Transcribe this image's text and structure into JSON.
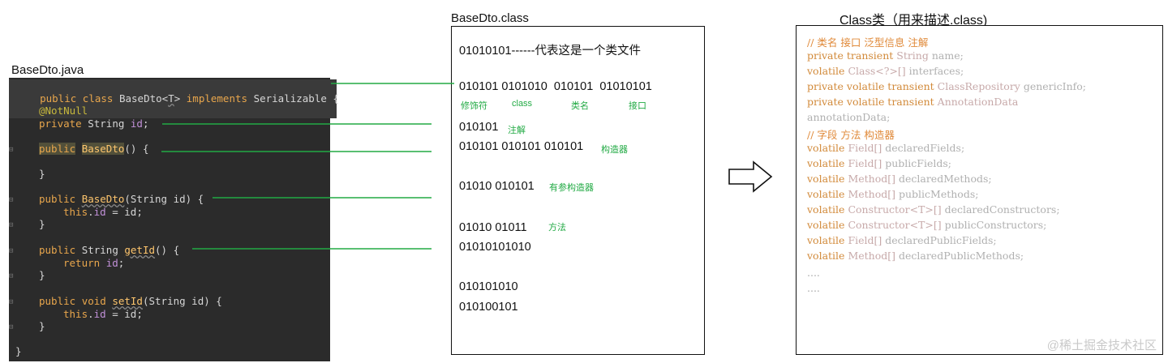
{
  "titles": {
    "java": "BaseDto.java",
    "bytes": "BaseDto.class",
    "object": "Class类（用来描述.class)"
  },
  "java_code": {
    "l1_public": "public",
    "l1_class": "class",
    "l1_name": "BaseDto",
    "l1_lt": "<",
    "l1_tp": "T",
    "l1_gt": ">",
    "l1_impl": "implements",
    "l1_rest": "Serializable {",
    "l2_ann": "@NotNull",
    "l3_priv": "private",
    "l3_type": "String",
    "l3_field": "id",
    "l3_semi": ";",
    "l4_public": "public",
    "l4_ctor": "BaseDto",
    "l4_rest": "() {",
    "l5_close": "}",
    "l6_public": "public",
    "l6_ctor": "BaseDto",
    "l6_rest": "(String id) {",
    "l7_this": "this",
    "l7_rest": ".",
    "l7_id": "id",
    "l7_eq": " = id;",
    "l8_close": "}",
    "l9_public": "public",
    "l9_type": "String",
    "l9_fn": "getId",
    "l9_rest": "() {",
    "l10_ret": "return",
    "l10_id": "id",
    "l10_semi": ";",
    "l11_close": "}",
    "l12_public": "public",
    "l12_void": "void",
    "l12_fn": "setId",
    "l12_rest": "(String id) {",
    "l13_this": "this",
    "l13_dot": ".",
    "l13_id": "id",
    "l13_eq": " = id;",
    "l14_close": "}",
    "l15_close": "}"
  },
  "bytes": {
    "magic": "01010101------代表这是一个类文件",
    "header": "010101 0101010  010101  01010101",
    "header_tags": [
      "修饰符",
      "class",
      "类名",
      "接口"
    ],
    "annotation": "010101",
    "annotation_tag": "注解",
    "ctor": "010101 010101 010101",
    "ctor_tag": "构造器",
    "param_ctor": "01010 010101",
    "param_ctor_tag": "有参构造器",
    "method1": "01010 01011",
    "method_tag": "方法",
    "method2": "01010101010",
    "tail1": "010101010",
    "tail2": "010100101"
  },
  "object_fields": {
    "c1": "// 类名 接口 泛型信息 注解",
    "f1_kw": "private transient ",
    "f1_type": "String",
    "f1_name": " name;",
    "f2_kw": "volatile ",
    "f2_type": "Class<?>[]",
    "f2_name": " interfaces;",
    "f3_kw": "private volatile transient ",
    "f3_type": "ClassRepository",
    "f3_name": " genericInfo;",
    "f4_kw": "private volatile transient ",
    "f4_type": "AnnotationData",
    "f4_name": "annotationData;",
    "c2": "// 字段 方法 构造器",
    "f5_kw": "volatile ",
    "f5_type": "Field[]",
    "f5_name": " declaredFields;",
    "f6_kw": "volatile ",
    "f6_type": "Field[]",
    "f6_name": " publicFields;",
    "f7_kw": "volatile ",
    "f7_type": "Method[]",
    "f7_name": " declaredMethods;",
    "f8_kw": "volatile ",
    "f8_type": "Method[]",
    "f8_name": " publicMethods;",
    "f9_kw": "volatile ",
    "f9_type": "Constructor<T>[]",
    "f9_name": " declaredConstructors;",
    "f10_kw": "volatile ",
    "f10_type": "Constructor<T>[]",
    "f10_name": " publicConstructors;",
    "f11_kw": "volatile ",
    "f11_type": "Field[]",
    "f11_name": " declaredPublicFields;",
    "f12_kw": "volatile ",
    "f12_type": "Method[]",
    "f12_name": " declaredPublicMethods;",
    "dots1": "....",
    "dots2": "...."
  },
  "watermark": "@稀土掘金技术社区",
  "colors": {
    "connector": "#22aa44",
    "java_bg": "#2b2b2b",
    "keyword": "#e8a64c"
  }
}
